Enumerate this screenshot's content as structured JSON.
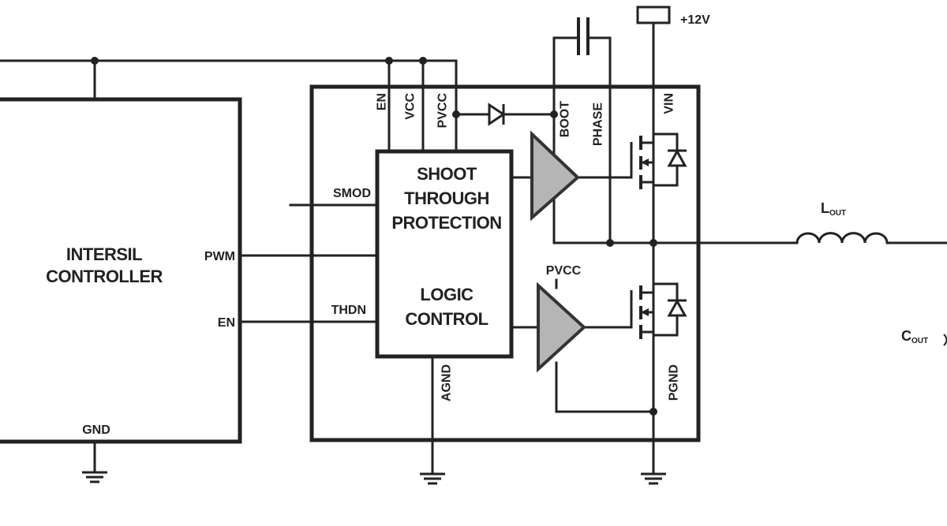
{
  "controller": {
    "name_line1": "INTERSIL",
    "name_line2": "CONTROLLER",
    "pin_pwm": "PWM",
    "pin_en": "EN",
    "pin_gnd": "GND"
  },
  "driver": {
    "pins": {
      "en": "EN",
      "vcc": "VCC",
      "pvcc": "PVCC",
      "boot": "BOOT",
      "phase": "PHASE",
      "vin": "VIN",
      "smod": "SMOD",
      "thdn": "THDN",
      "agnd": "AGND",
      "pgnd": "PGND",
      "pvcc_low": "PVCC"
    },
    "logic_block": {
      "line1": "SHOOT",
      "line2": "THROUGH",
      "line3": "PROTECTION",
      "line4": "LOGIC",
      "line5": "CONTROL"
    }
  },
  "supply": {
    "label": "+12V"
  },
  "output": {
    "inductor_main": "L",
    "inductor_sub": "OUT",
    "capacitor_main": "C",
    "capacitor_sub": "OUT"
  }
}
